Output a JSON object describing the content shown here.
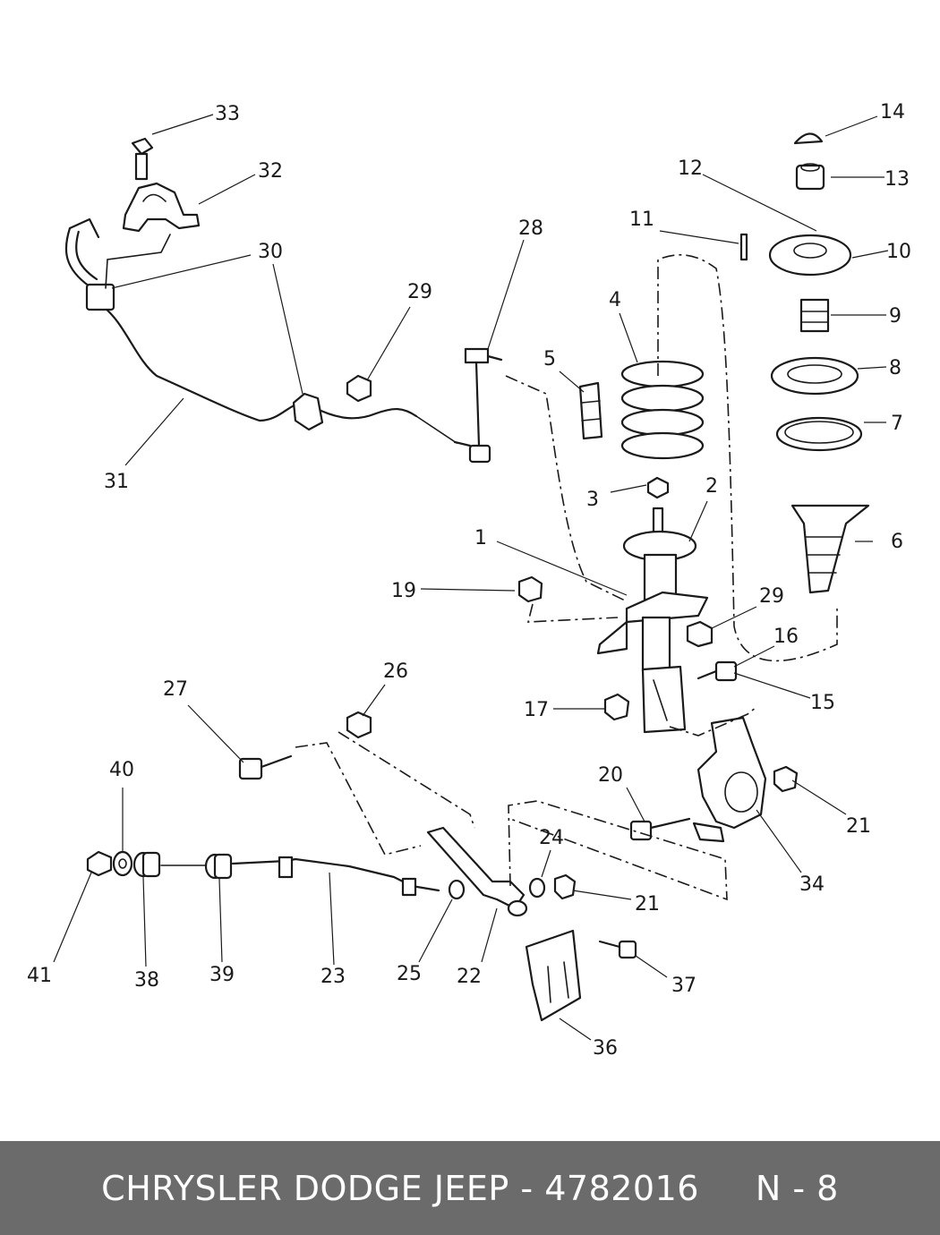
{
  "footer": {
    "text": "CHRYSLER DODGE JEEP - 4782016     N - 8",
    "background": "#6b6b6b",
    "color": "#ffffff"
  },
  "callouts": [
    "1",
    "2",
    "3",
    "4",
    "5",
    "6",
    "7",
    "8",
    "9",
    "10",
    "11",
    "12",
    "13",
    "14",
    "15",
    "16",
    "17",
    "19",
    "20",
    "21",
    "21",
    "22",
    "23",
    "24",
    "25",
    "26",
    "27",
    "28",
    "29",
    "29",
    "30",
    "31",
    "32",
    "33",
    "34",
    "36",
    "37",
    "38",
    "39",
    "40",
    "41"
  ],
  "colors": {
    "line": "#1a1a1a",
    "background": "#ffffff"
  }
}
